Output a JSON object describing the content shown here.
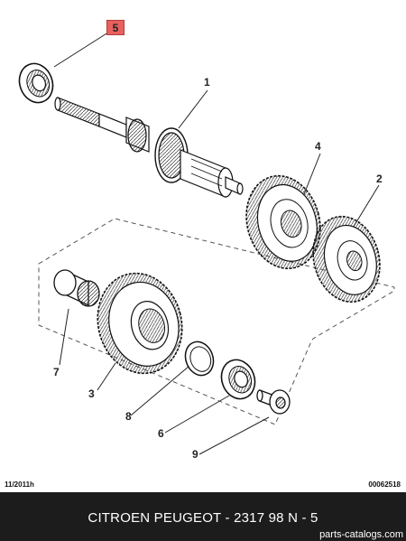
{
  "diagram": {
    "callouts": {
      "p1": "1",
      "p2": "2",
      "p3": "3",
      "p4": "4",
      "p5": "5",
      "p6": "6",
      "p7": "7",
      "p8": "8",
      "p9": "9"
    },
    "highlighted_part": "5",
    "highlight_color": "#e8615f"
  },
  "meta": {
    "date_code": "11/2011h",
    "drawing_number": "00062518"
  },
  "footer": {
    "title": "CITROEN PEUGEOT - 2317 98    N - 5",
    "site": "parts-catalogs.com",
    "background": "#1c1c1c"
  }
}
